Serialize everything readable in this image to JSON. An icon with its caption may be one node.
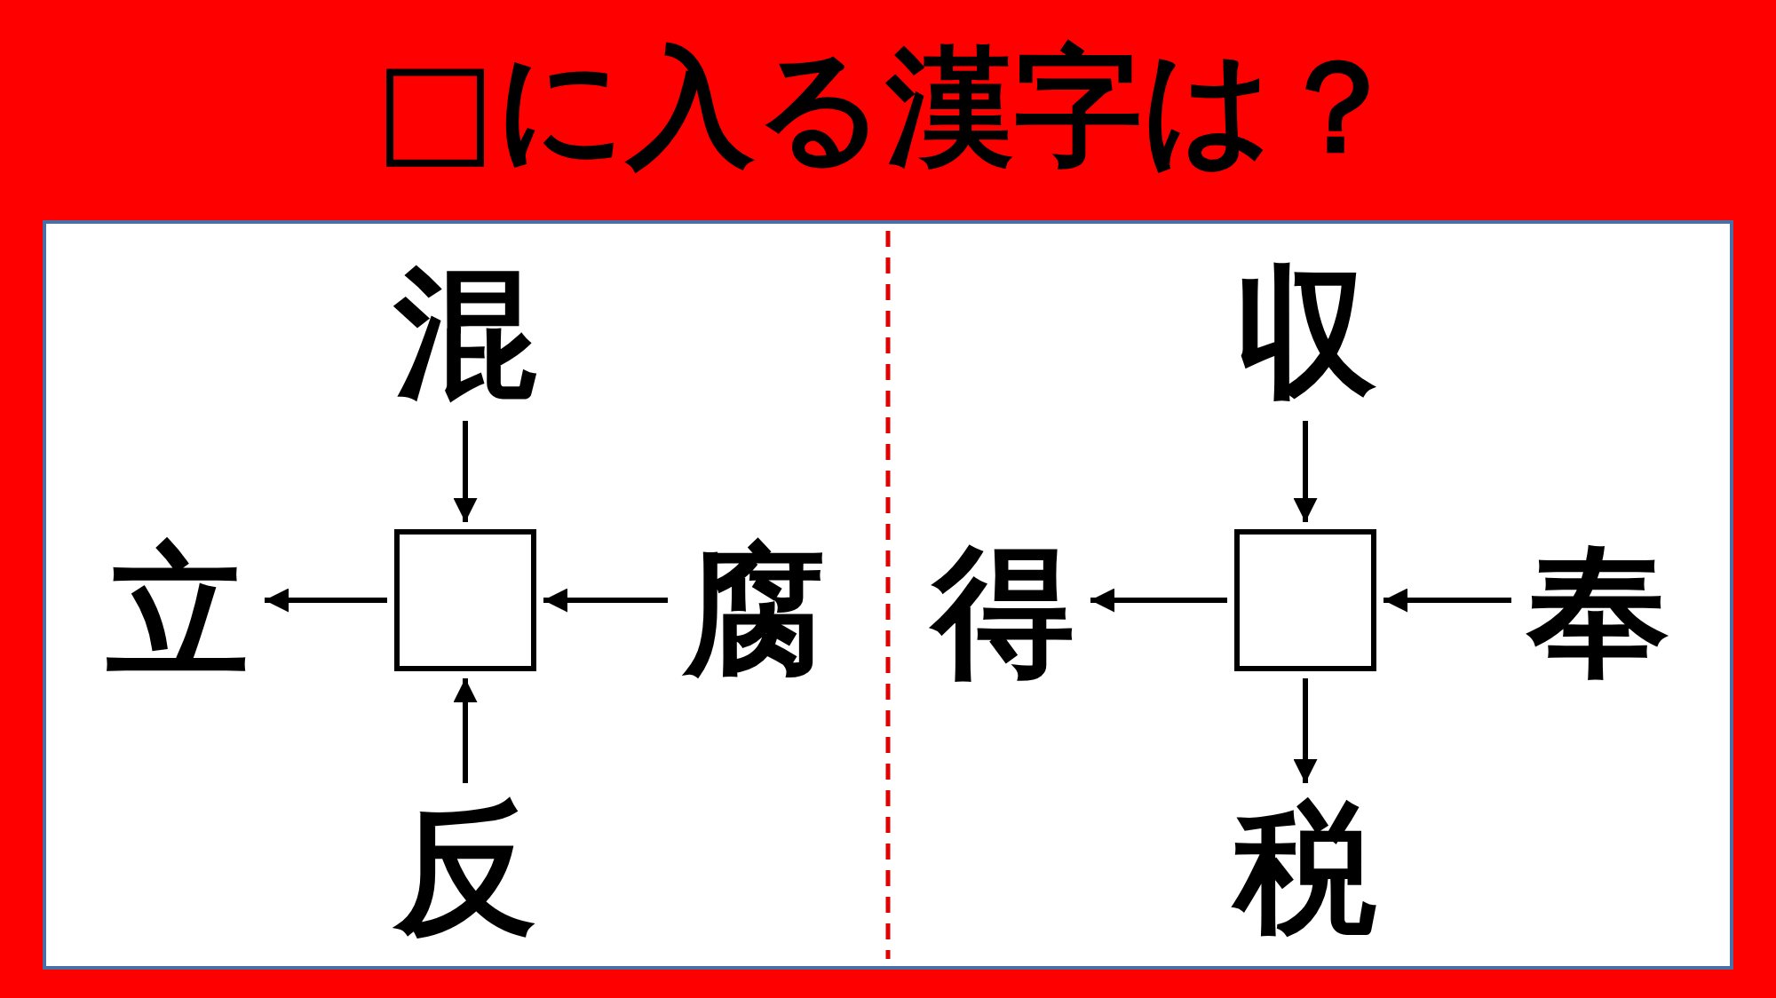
{
  "diagram": {
    "title": "□に入る漢字は？",
    "nodes": [
      {
        "text": [
          "混"
        ]
      },
      {
        "text": [
          "立"
        ]
      },
      {
        "text": [],
        "shape": "box"
      },
      {
        "text": [
          "腐"
        ]
      },
      {
        "text": [
          "反"
        ]
      },
      {
        "text": [
          "収"
        ]
      },
      {
        "text": [
          "得"
        ]
      },
      {
        "text": [],
        "shape": "box"
      },
      {
        "text": [
          "奉"
        ]
      },
      {
        "text": [
          "税"
        ]
      }
    ],
    "edges": [
      {
        "from": 0,
        "to": 2,
        "arrow": "to"
      },
      {
        "from": 3,
        "to": 2,
        "arrow": "to"
      },
      {
        "from": 4,
        "to": 2,
        "arrow": "to"
      },
      {
        "from": 2,
        "to": 1,
        "arrow": "to"
      },
      {
        "from": 5,
        "to": 7,
        "arrow": "to"
      },
      {
        "from": 8,
        "to": 7,
        "arrow": "to"
      },
      {
        "from": 7,
        "to": 6,
        "arrow": "to"
      },
      {
        "from": 7,
        "to": 9,
        "arrow": "to"
      }
    ]
  }
}
